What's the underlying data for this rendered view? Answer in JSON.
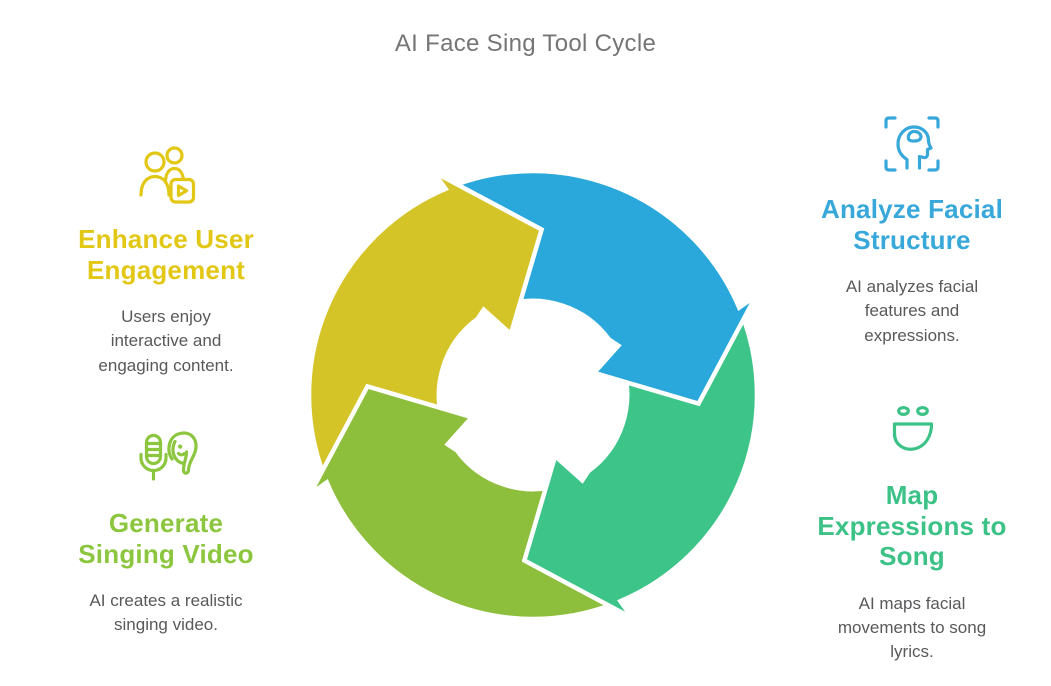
{
  "title": "AI Face Sing Tool Cycle",
  "colors": {
    "title_text": "#757575",
    "body_text": "#58595B",
    "yellow": "#E2C714",
    "blue": "#38A8DA",
    "green": "#3CC287",
    "olive": "#8CC63F",
    "yellow_arrow": "#D5C428",
    "blue_arrow": "#2AA8DB",
    "green_arrow": "#3DC489",
    "olive_arrow": "#8DBE3C",
    "background": "#FFFFFF"
  },
  "sections": {
    "enhance": {
      "heading": "Enhance User\nEngagement",
      "body": "Users enjoy\ninteractive and\nengaging content.",
      "icon": "users-video-icon"
    },
    "analyze": {
      "heading": "Analyze Facial\nStructure",
      "body": "AI analyzes facial\nfeatures and\nexpressions.",
      "icon": "face-scan-icon"
    },
    "map": {
      "heading": "Map\nExpressions to\nSong",
      "body": "AI maps facial\nmovements to song\nlyrics.",
      "icon": "smiley-icon"
    },
    "generate": {
      "heading": "Generate\nSinging Video",
      "body": "AI creates a realistic\nsinging video.",
      "icon": "mic-singer-icon"
    }
  },
  "cycle": {
    "direction": "clockwise",
    "segment_order": [
      "enhance-user-engagement",
      "analyze-facial-structure",
      "map-expressions-to-song",
      "generate-singing-video"
    ]
  }
}
